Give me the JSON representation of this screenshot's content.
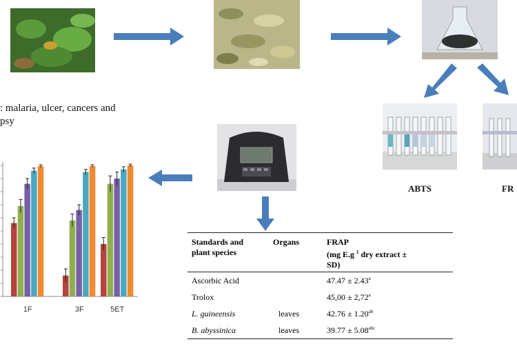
{
  "caption": {
    "line1": ": malaria, ulcer, cancers and",
    "line2": "psy"
  },
  "labels": {
    "abts": "ABTS",
    "frap_cut": "FR"
  },
  "photos": {
    "plant": "plant-photo",
    "dried_leaves": "dried-leaves-photo",
    "extract_flask": "extract-flask-photo",
    "abts_tubes": "abts-tubes-photo",
    "frap_tubes": "frap-tubes-photo",
    "spectrophotometer": "spectrophotometer-photo"
  },
  "table": {
    "headers": {
      "c1a": "Standards and",
      "c1b": "plant species",
      "c2": "Organs",
      "c3a": "FRAP",
      "c3b_pre": "(mg E.g ",
      "c3b_sup": "1",
      "c3b_post": " dry extract ±",
      "c3c": "SD)"
    },
    "rows": [
      {
        "name": "Ascorbic Acid",
        "organ": "",
        "value": "47.47 ± 2.43",
        "sup": "a",
        "italic": false
      },
      {
        "name": "Trolox",
        "organ": "",
        "value": "45,00 ± 2,72",
        "sup": "a",
        "italic": false
      },
      {
        "name": "L. guineensis",
        "organ": "leaves",
        "value": "42.76 ± 1.20",
        "sup": "ab",
        "italic": true
      },
      {
        "name": "B. abyssinica",
        "organ": "leaves",
        "value": "39.77 ± 5.08",
        "sup": "abc",
        "italic": true
      }
    ]
  },
  "chart_data": {
    "type": "bar",
    "categories": [
      "1F",
      "3F",
      "5ET"
    ],
    "ylim": [
      0,
      100
    ],
    "grid": false,
    "colors": [
      "#b5443f",
      "#8faf4e",
      "#7760a6",
      "#4aa8c0",
      "#f08a30"
    ],
    "series": [
      {
        "values": [
          56,
          16,
          40
        ],
        "err": [
          4,
          5,
          5
        ]
      },
      {
        "values": [
          69,
          58,
          86
        ],
        "err": [
          5,
          5,
          6
        ]
      },
      {
        "values": [
          86,
          66,
          90
        ],
        "err": [
          4,
          4,
          5
        ]
      },
      {
        "values": [
          96,
          95,
          97
        ],
        "err": [
          2,
          2,
          2
        ]
      },
      {
        "values": [
          99.5,
          99.5,
          100
        ],
        "err": [
          1,
          1,
          1
        ]
      }
    ]
  }
}
